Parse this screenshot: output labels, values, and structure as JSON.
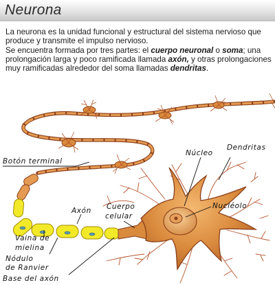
{
  "title": "Neurona",
  "intro": {
    "line1": "La neurona es la unidad funcional y estructural del sistema nervioso que produce y transmite el impulso nervioso.",
    "line2_a": "Se encuentra formada por tres partes: el ",
    "line2_b": "cuerpo neuronal",
    "line2_c": " o ",
    "line2_d": "soma",
    "line2_e": "; una prolongación larga y poco ramificada llamada ",
    "line2_f": "axón,",
    "line2_g": " y otras prolongaciones muy ramificadas alrededor del soma llamadas ",
    "line2_h": "dendritas",
    "line2_i": "."
  },
  "labels": {
    "nucleo": "Núcleo",
    "dendritas": "Dendritas",
    "boton": "Botón terminal",
    "nucleolo": "Nucléolo",
    "axon": "Axón",
    "cuerpo1": "Cuerpo",
    "cuerpo2": "celular",
    "vaina1": "Vaina de",
    "vaina2": "mielina",
    "nodulo1": "Nódulo",
    "nodulo2": "de Ranvier",
    "base": "Base del axón"
  },
  "colors": {
    "neuron_fill": "#d98a3c",
    "neuron_stroke": "#8a3f1a",
    "myelin_fill": "#f2ea28",
    "myelin_stroke": "#a28a00",
    "dendrite": "#b5532a"
  }
}
